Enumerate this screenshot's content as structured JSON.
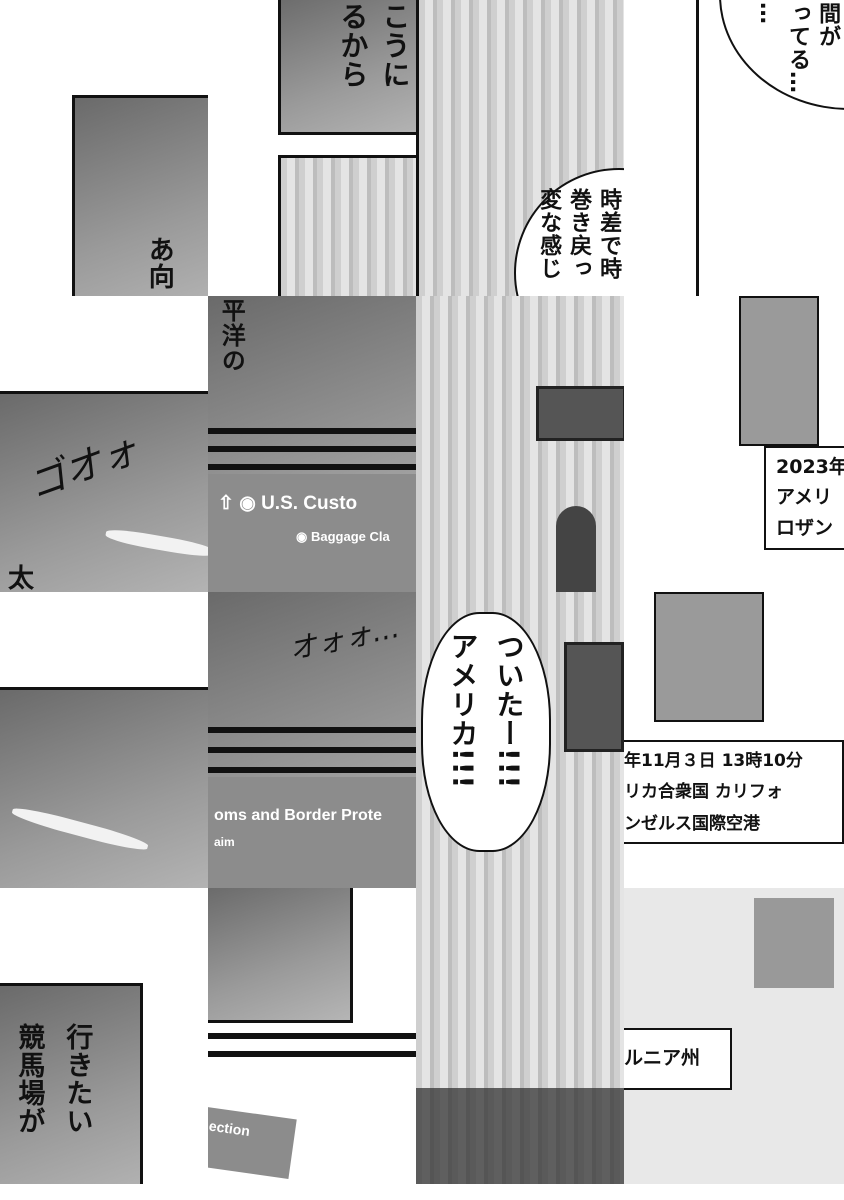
{
  "tiles": {
    "r0c0": {
      "text": "あ向"
    },
    "r0c1": {
      "col1": "こうに",
      "col2": "るから"
    },
    "r0c2": {
      "col1": "時差で時",
      "col2": "巻き戻っ",
      "col3": "変な感じ"
    },
    "r0c3": {
      "col1": "間が",
      "col2": "ってる…",
      "col3": "…"
    },
    "r1c0": {
      "sfx": "ゴオォ",
      "text": "太"
    },
    "r1c1": {
      "text": "平洋の",
      "sign1": "U.S. Custo",
      "sign2": "Baggage Cla"
    },
    "r1c3": {
      "line1": "2023年",
      "line2": "アメリ",
      "line3": "ロザン"
    },
    "r2c1": {
      "sfx": "オォォ…",
      "sign1": "oms and Border Prote",
      "sign2": "aim"
    },
    "r2c2": {
      "col1": "ついたー!!!",
      "col2": "アメリカ!!!"
    },
    "r2c3": {
      "line1": "年11月３日 13時10分",
      "line2": "リカ合衆国 カリフォ",
      "line3": "ンゼルス国際空港"
    },
    "r3c0": {
      "col1": "行きたい",
      "col2": "競馬場が"
    },
    "r3c1": {
      "sign": "ection"
    },
    "r3c3": {
      "text": "ルニア州"
    }
  }
}
